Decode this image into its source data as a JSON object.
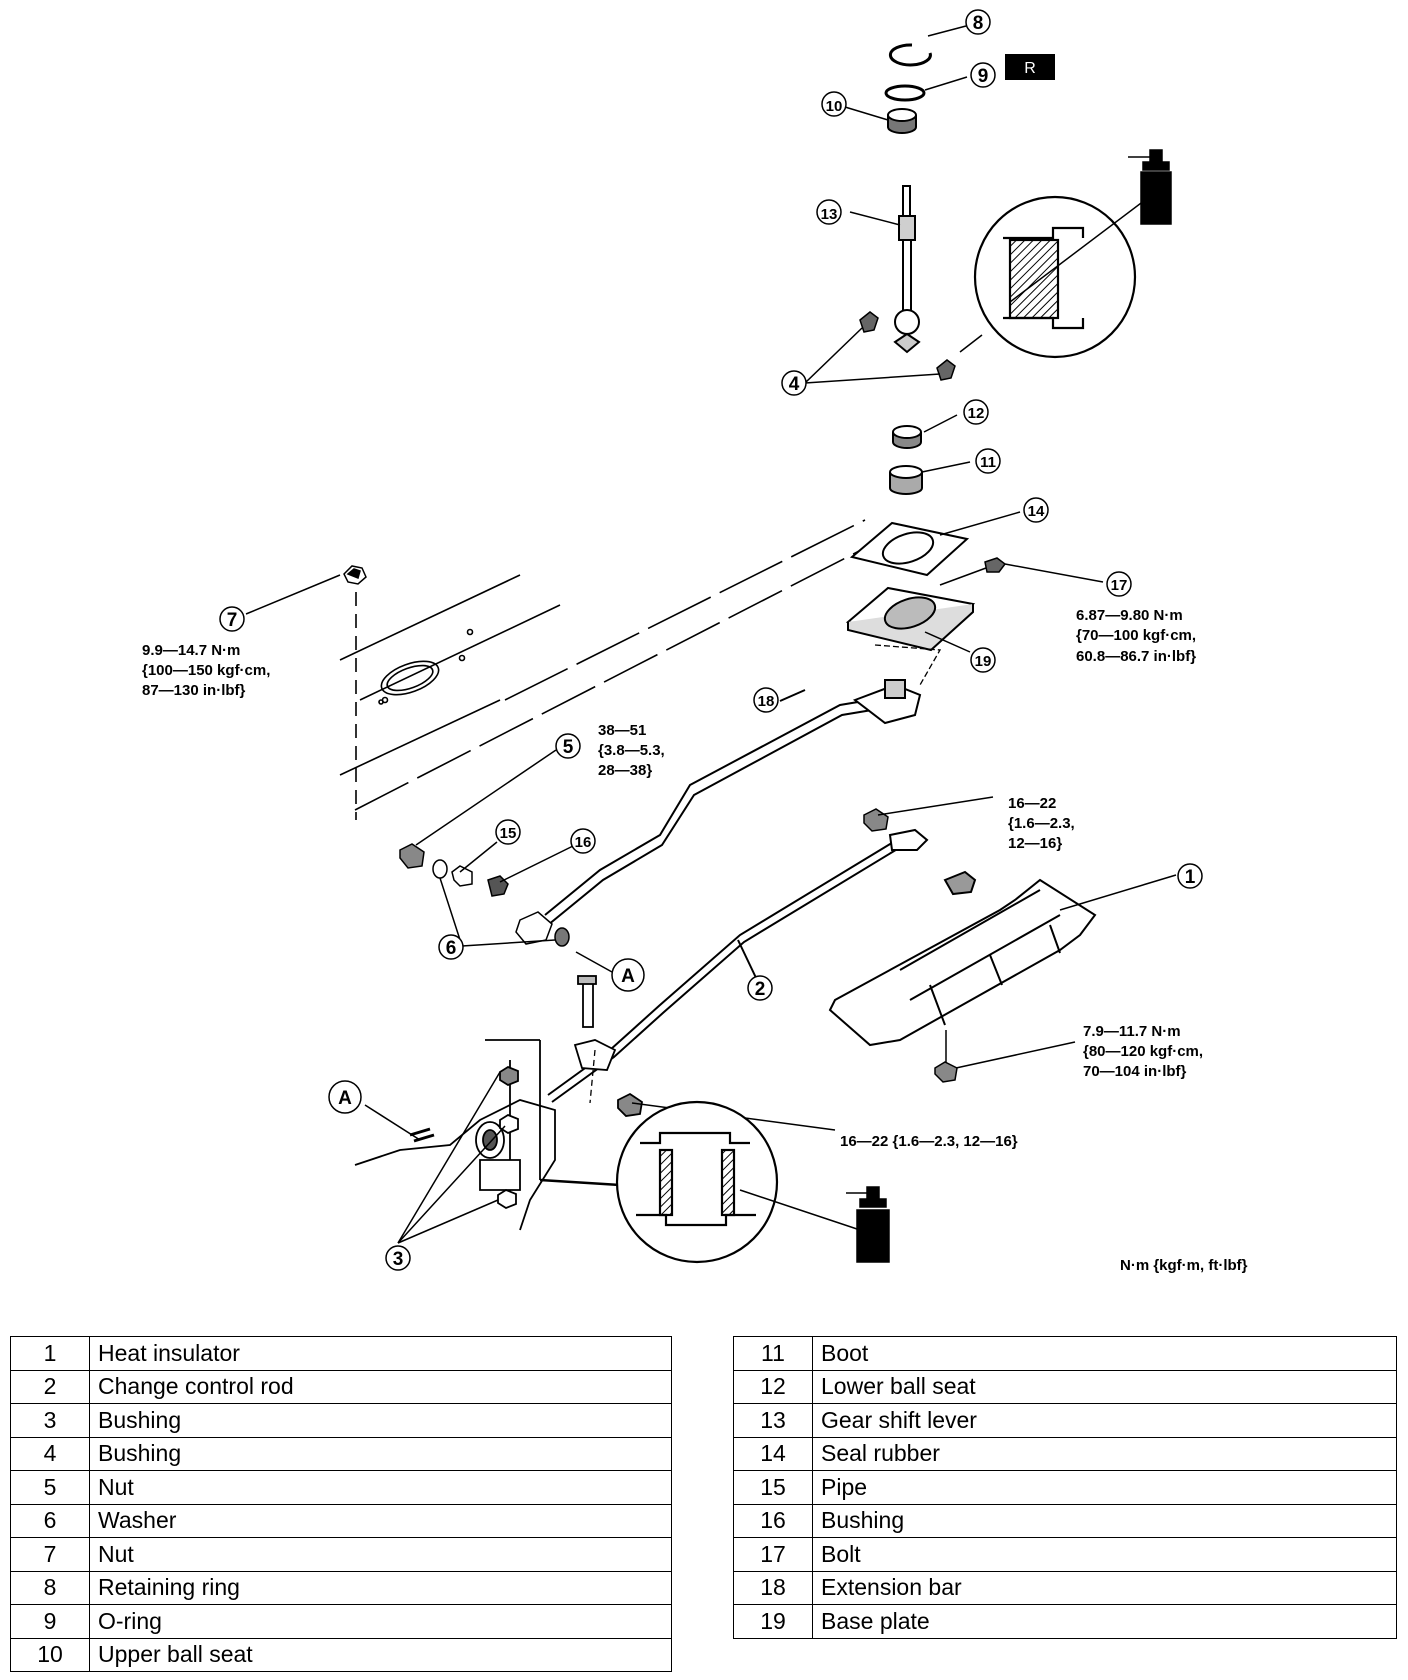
{
  "r_badge": "R",
  "callouts": {
    "c1": "1",
    "c2": "2",
    "c3": "3",
    "c4": "4",
    "c5": "5",
    "c6": "6",
    "c7": "7",
    "c8": "8",
    "c9": "9",
    "c10": "10",
    "c11": "11",
    "c12": "12",
    "c13": "13",
    "c14": "14",
    "c15": "15",
    "c16": "16",
    "c17": "17",
    "c18": "18",
    "c19": "19",
    "ref_a": "A"
  },
  "torque": {
    "nut7": [
      "9.9—14.7 N·m",
      "{100—150 kgf·cm,",
      "87—130 in·lbf}"
    ],
    "nut5": [
      "38—51",
      "{3.8—5.3,",
      "28—38}"
    ],
    "bolt17": [
      "6.87—9.80 N·m",
      "{70—100 kgf·cm,",
      "60.8—86.7 in·lbf}"
    ],
    "upper_nut": [
      "16—22",
      "{1.6—2.3,",
      "12—16}"
    ],
    "insulator_bolt": [
      "7.9—11.7 N·m",
      "{80—120 kgf·cm,",
      "70—104 in·lbf}"
    ],
    "lower_nut": "16—22 {1.6—2.3, 12—16}",
    "units": "N·m {kgf·m, ft·lbf}"
  },
  "grease_label": "GREASE",
  "parts_left": [
    {
      "num": "1",
      "name": "Heat insulator"
    },
    {
      "num": "2",
      "name": "Change control rod"
    },
    {
      "num": "3",
      "name": "Bushing"
    },
    {
      "num": "4",
      "name": "Bushing"
    },
    {
      "num": "5",
      "name": "Nut"
    },
    {
      "num": "6",
      "name": "Washer"
    },
    {
      "num": "7",
      "name": "Nut"
    },
    {
      "num": "8",
      "name": "Retaining ring"
    },
    {
      "num": "9",
      "name": "O-ring"
    },
    {
      "num": "10",
      "name": "Upper ball seat"
    }
  ],
  "parts_right": [
    {
      "num": "11",
      "name": "Boot"
    },
    {
      "num": "12",
      "name": "Lower ball seat"
    },
    {
      "num": "13",
      "name": "Gear shift lever"
    },
    {
      "num": "14",
      "name": "Seal rubber"
    },
    {
      "num": "15",
      "name": "Pipe"
    },
    {
      "num": "16",
      "name": "Bushing"
    },
    {
      "num": "17",
      "name": "Bolt"
    },
    {
      "num": "18",
      "name": "Extension bar"
    },
    {
      "num": "19",
      "name": "Base plate"
    }
  ]
}
